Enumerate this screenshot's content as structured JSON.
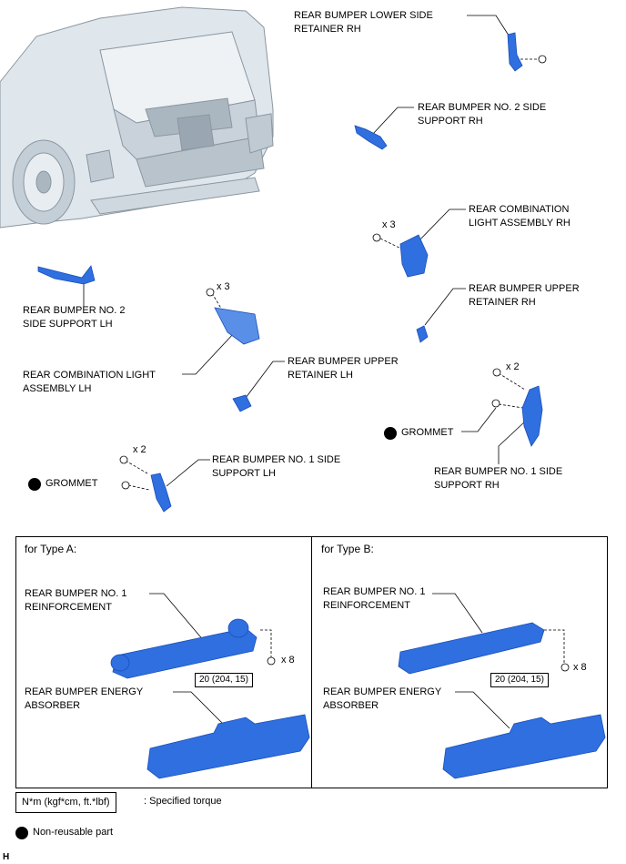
{
  "labels": {
    "lower_side_retainer_rh": "REAR BUMPER LOWER SIDE\nRETAINER RH",
    "no2_side_support_rh": "REAR BUMPER NO. 2 SIDE\nSUPPORT RH",
    "combination_light_rh": "REAR COMBINATION\nLIGHT ASSEMBLY RH",
    "no2_side_support_lh": "REAR BUMPER NO. 2\nSIDE SUPPORT LH",
    "upper_retainer_rh": "REAR BUMPER UPPER\nRETAINER RH",
    "combination_light_lh": "REAR COMBINATION LIGHT\nASSEMBLY LH",
    "upper_retainer_lh": "REAR BUMPER UPPER\nRETAINER LH",
    "grommet_rh": "GROMMET",
    "no1_side_support_rh": "REAR BUMPER NO. 1 SIDE\nSUPPORT RH",
    "no1_side_support_lh": "REAR BUMPER NO. 1 SIDE\nSUPPORT LH",
    "grommet_lh": "GROMMET"
  },
  "quantities": {
    "light_rh": "x 3",
    "light_lh": "x 3",
    "support_rh": "x 2",
    "support_lh": "x 2",
    "type_a_bolts": "x 8",
    "type_b_bolts": "x 8"
  },
  "panels": {
    "type_a": {
      "title": "for Type A:",
      "reinforcement": "REAR BUMPER NO. 1\nREINFORCEMENT",
      "absorber": "REAR BUMPER ENERGY\nABSORBER",
      "torque": "20 (204, 15)"
    },
    "type_b": {
      "title": "for Type B:",
      "reinforcement": "REAR BUMPER NO. 1\nREINFORCEMENT",
      "absorber": "REAR BUMPER ENERGY\nABSORBER",
      "torque": "20 (204, 15)"
    }
  },
  "legend": {
    "torque_unit": "N*m (kgf*cm, ft.*lbf)",
    "torque_desc": ": Specified torque",
    "non_reusable": "Non-reusable part"
  },
  "footer_code": "H",
  "colors": {
    "part_blue": "#2f6fe0",
    "part_dark": "#1a4fb8",
    "car_grey": "#dfe6ec",
    "car_line": "#8a96a0"
  }
}
